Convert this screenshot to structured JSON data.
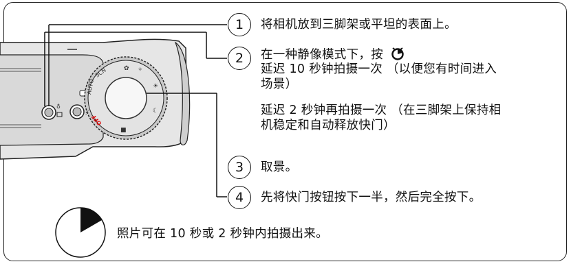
{
  "steps": [
    {
      "number": "1",
      "lines": [
        "将相机放到三脚架或平坦的表面上。"
      ]
    },
    {
      "number": "2",
      "line1_prefix": "在一种静像模式下，按",
      "line1_icon": "self-timer-icon",
      "line2": "延迟 10 秒钟拍摄一次 （以便您有时间进入",
      "line3": "场景）",
      "line4": "延迟 2 秒钟再拍摄一次 （在三脚架上保持相",
      "line5": "机稳定和自动释放快门）"
    },
    {
      "number": "3",
      "lines": [
        "取景。"
      ]
    },
    {
      "number": "4",
      "lines": [
        "先将快门按钮按下一半，然后完全按下。"
      ]
    }
  ],
  "note": {
    "icon": "clock-timer-icon",
    "text": "照片可在 10 秒或 2 秒钟内拍摄出来。"
  },
  "camera": {
    "dial_labels": [
      "SCN",
      "AUTO",
      "OFF"
    ]
  }
}
